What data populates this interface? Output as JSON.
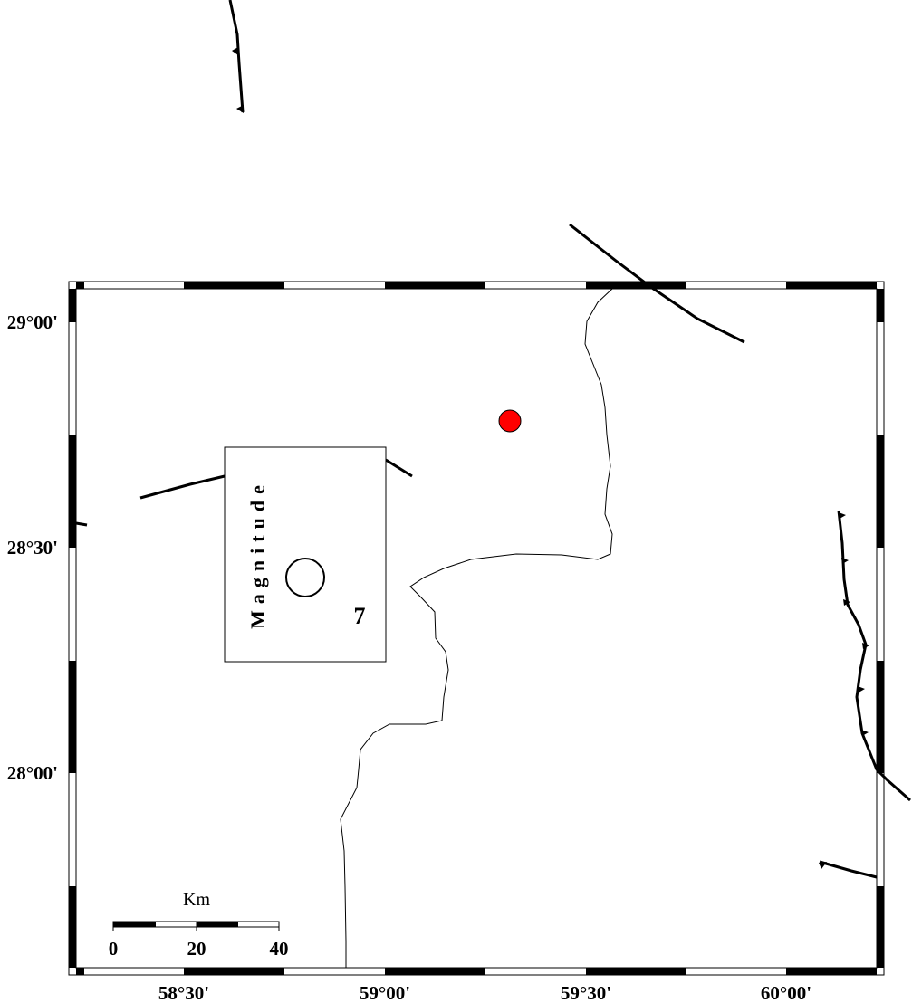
{
  "map": {
    "lat_labels": [
      "29°00'",
      "28°30'",
      "28°00'"
    ],
    "lon_labels": [
      "58°30'",
      "59°00'",
      "59°30'",
      "60°00'"
    ],
    "legend": {
      "title": "Magnitude",
      "value": "7"
    },
    "scale_bar": {
      "unit": "Km",
      "labels": [
        "0",
        "20",
        "40"
      ]
    },
    "colors": {
      "epicenter": "#ff0000",
      "fault": "#000000",
      "border": "#000000"
    }
  }
}
